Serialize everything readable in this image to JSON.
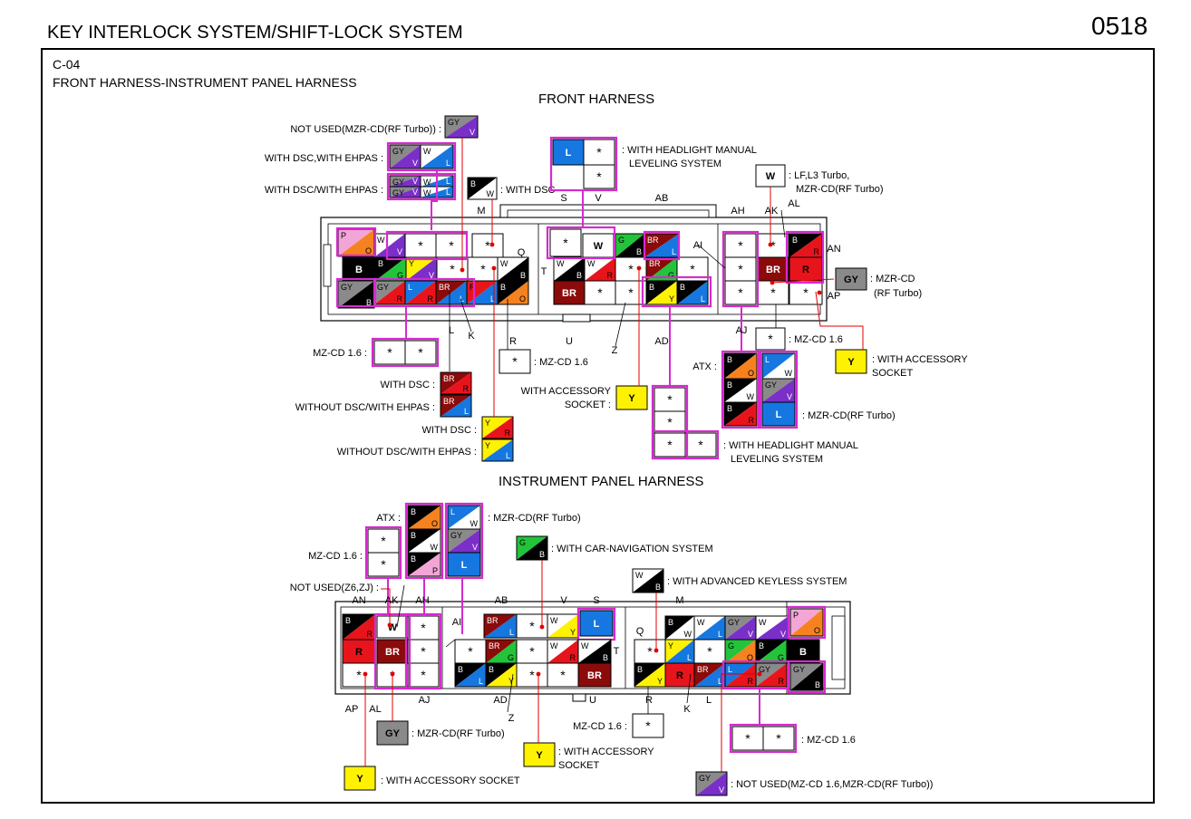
{
  "header": {
    "title": "KEY INTERLOCK SYSTEM/SHIFT-LOCK SYSTEM",
    "page_number": "0518"
  },
  "connector": {
    "code": "C-04",
    "name": "FRONT HARNESS-INSTRUMENT PANEL HARNESS"
  },
  "front": {
    "heading": "FRONT HARNESS",
    "notes": [
      "NOT USED(MZR-CD(RF Turbo)) :",
      "WITH DSC,WITH EHPAS :",
      "WITH DSC/WITH EHPAS :",
      ": WITH DSC",
      ": WITH HEADLIGHT MANUAL",
      "LEVELING SYSTEM",
      ": LF,L3 Turbo,",
      "MZR-CD(RF Turbo)",
      ": MZR-CD",
      "(RF Turbo)",
      ": MZ-CD 1.6",
      ": WITH ACCESSORY",
      "SOCKET",
      "MZ-CD 1.6 :",
      ": MZ-CD 1.6",
      "WITH DSC :",
      "WITHOUT DSC/WITH EHPAS :",
      "WITH ACCESSORY",
      "SOCKET :",
      "WITH DSC :",
      "WITHOUT DSC/WITH EHPAS :",
      "ATX :",
      ": MZR-CD(RF Turbo)",
      ": WITH HEADLIGHT MANUAL",
      "LEVELING SYSTEM"
    ],
    "pin_labels": [
      "S",
      "V",
      "AB",
      "M",
      "AH",
      "AK",
      "AL",
      "AN",
      "AP",
      "AI",
      "Q",
      "T",
      "L",
      "K",
      "R",
      "U",
      "Z",
      "AD",
      "AJ"
    ]
  },
  "instrument": {
    "heading": "INSTRUMENT PANEL HARNESS",
    "notes": [
      "ATX :",
      ": MZR-CD(RF Turbo)",
      "MZ-CD 1.6 :",
      ": WITH CAR-NAVIGATION SYSTEM",
      ": WITH ADVANCED KEYLESS SYSTEM",
      "NOT USED(Z6,ZJ) :",
      ": MZR-CD(RF Turbo)",
      ": WITH ACCESSORY",
      "SOCKET",
      ": WITH ACCESSORY SOCKET",
      "MZ-CD 1.6 :",
      ": MZ-CD 1.6",
      ": NOT USED(MZ-CD 1.6,MZR-CD(RF Turbo))"
    ],
    "pin_labels": [
      "AN",
      "AK",
      "AH",
      "AB",
      "V",
      "S",
      "M",
      "AI",
      "Q",
      "T",
      "AP",
      "AL",
      "AJ",
      "AD",
      "U",
      "Z",
      "R",
      "K",
      "L"
    ]
  },
  "wire_codes": [
    "B",
    "W",
    "R",
    "L",
    "Y",
    "G",
    "O",
    "P",
    "V",
    "GY",
    "BR",
    "*"
  ],
  "colors": {
    "B": "#000000",
    "W": "#ffffff",
    "R": "#e8141c",
    "L": "#1677e0",
    "Y": "#fff200",
    "G": "#22c43a",
    "O": "#f5821f",
    "P": "#f2a5d6",
    "V": "#7a2fc9",
    "GY": "#8a8a8a",
    "BR": "#8b0a0a",
    "highlight": "#d62ad0",
    "leader": "#e00000"
  }
}
